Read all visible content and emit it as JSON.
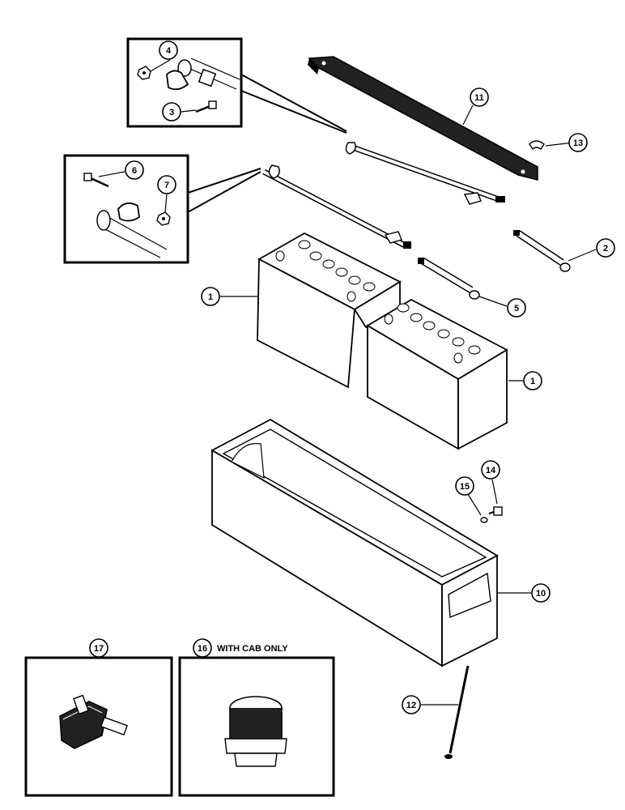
{
  "callouts": {
    "c1a": "1",
    "c1b": "1",
    "c2": "2",
    "c3": "3",
    "c4": "4",
    "c5": "5",
    "c6": "6",
    "c7": "7",
    "c10": "10",
    "c11": "11",
    "c12": "12",
    "c13": "13",
    "c14": "14",
    "c15": "15",
    "c16": "16",
    "c17": "17"
  },
  "notes": {
    "with_cab_only": "WITH CAB ONLY"
  }
}
